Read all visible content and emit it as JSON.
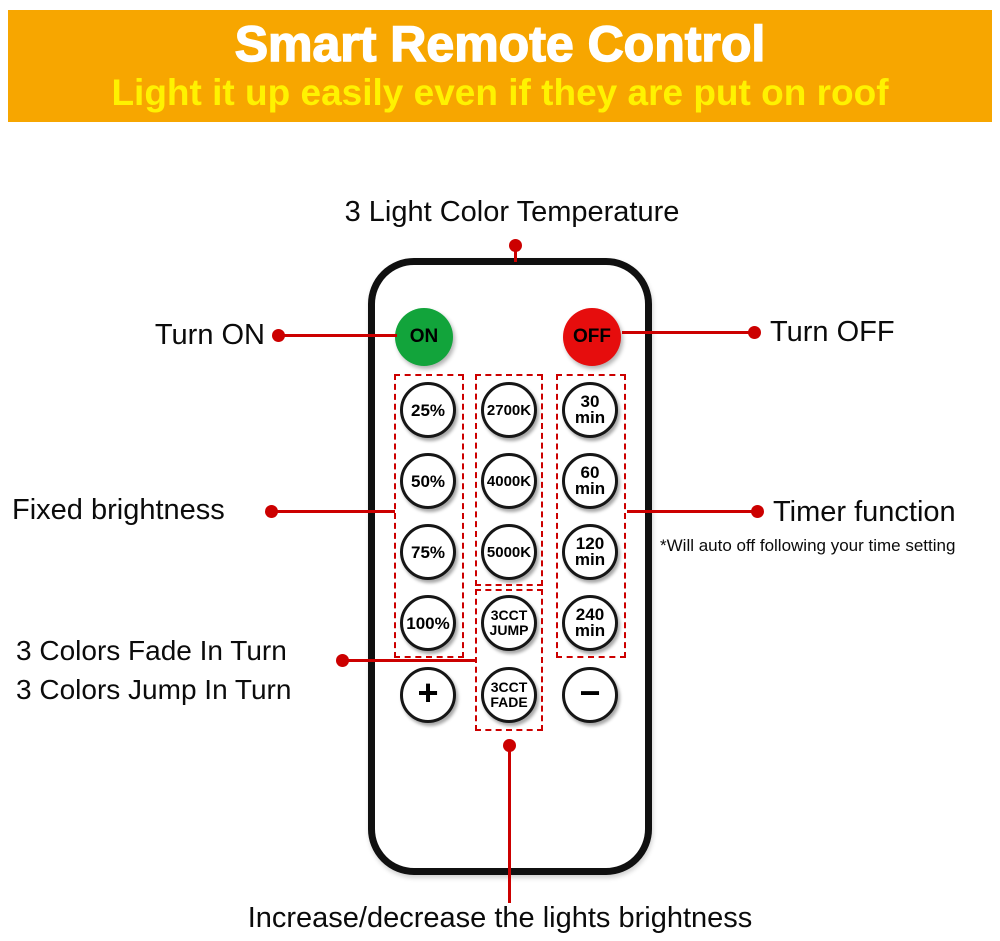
{
  "banner": {
    "title": "Smart Remote Control",
    "subtitle": "Light it up easily even if they are put on roof",
    "bg_color": "#F7A600",
    "title_color": "#FFFFFF",
    "subtitle_color": "#FFF200"
  },
  "annotations": {
    "color_temp_label": "3 Light Color Temperature",
    "turn_on_label": "Turn ON",
    "turn_off_label": "Turn OFF",
    "fixed_brightness_label": "Fixed brightness",
    "timer_label": "Timer function",
    "timer_note": "*Will auto off following your time setting",
    "colors_fade_label": "3 Colors Fade In Turn",
    "colors_jump_label": "3 Colors Jump In Turn",
    "brightness_bottom_label": "Increase/decrease the lights brightness",
    "connector_color": "#CC0000"
  },
  "remote": {
    "on_label": "ON",
    "off_label": "OFF",
    "on_color": "#12A43B",
    "off_color": "#E60D0D",
    "buttons": {
      "brightness": [
        "25%",
        "50%",
        "75%",
        "100%"
      ],
      "color_temp": [
        "2700K",
        "4000K",
        "5000K"
      ],
      "modes": [
        "3CCT\nJUMP",
        "3CCT\nFADE"
      ],
      "timers": [
        "30\nmin",
        "60\nmin",
        "120\nmin",
        "240\nmin"
      ],
      "increase": "+",
      "decrease": "−"
    }
  }
}
